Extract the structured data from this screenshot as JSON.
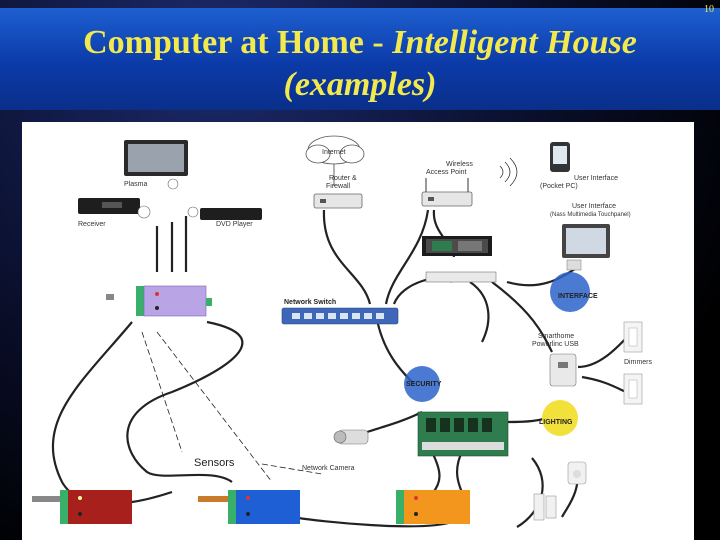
{
  "slide": {
    "title_line1": "Computer at Home - ",
    "title_line1_italic": "Intelligent House",
    "title_line2": "(examples)",
    "page_number": "10"
  },
  "diagram": {
    "labels": {
      "internet": "Internet",
      "router": "Router &",
      "router2": "Firewall",
      "wap": "Wireless",
      "wap2": "Access Point",
      "plasma": "Plasma",
      "receiver": "Receiver",
      "dvd": "DVD Player",
      "ui_pocket": "User Interface",
      "ui_pocket2": "(Pocket PC)",
      "ui_touch": "User Interface",
      "ui_touch2": "(Nass Multimedia Touchpanel)",
      "network_switch": "Network Switch",
      "interface": "INTERFACE",
      "smarthome": "Smarthome",
      "smarthome2": "Powerlinc USB",
      "dimmers": "Dimmers",
      "security": "SECURITY",
      "lighting": "LIGHTING",
      "sensors": "Sensors",
      "network_camera": "Network Camera"
    },
    "colors": {
      "module_purple": "#b9a4e6",
      "module_red": "#a8201b",
      "module_blue": "#1f5fd6",
      "module_orange": "#f2961e",
      "terminal_green": "#39b06a",
      "switch_blue": "#3e67b8",
      "board_green": "#2f7d4f",
      "badge_blue": "#2a63c9",
      "badge_yellow": "#f1e13a"
    }
  }
}
